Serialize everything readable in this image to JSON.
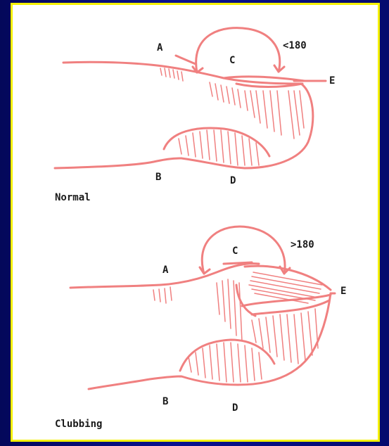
{
  "colors": {
    "background": "#050a6e",
    "panel": "#ffffff",
    "border": "#f4f000",
    "drawing": "#f08080",
    "text": "#1a1a1a"
  },
  "normal": {
    "caption": "Normal",
    "labels": {
      "a": "A",
      "b": "B",
      "c": "C",
      "d": "D",
      "e": "E"
    },
    "angle": "<180"
  },
  "clubbing": {
    "caption": "Clubbing",
    "labels": {
      "a": "A",
      "b": "B",
      "c": "C",
      "d": "D",
      "e": "E"
    },
    "angle": ">180"
  }
}
